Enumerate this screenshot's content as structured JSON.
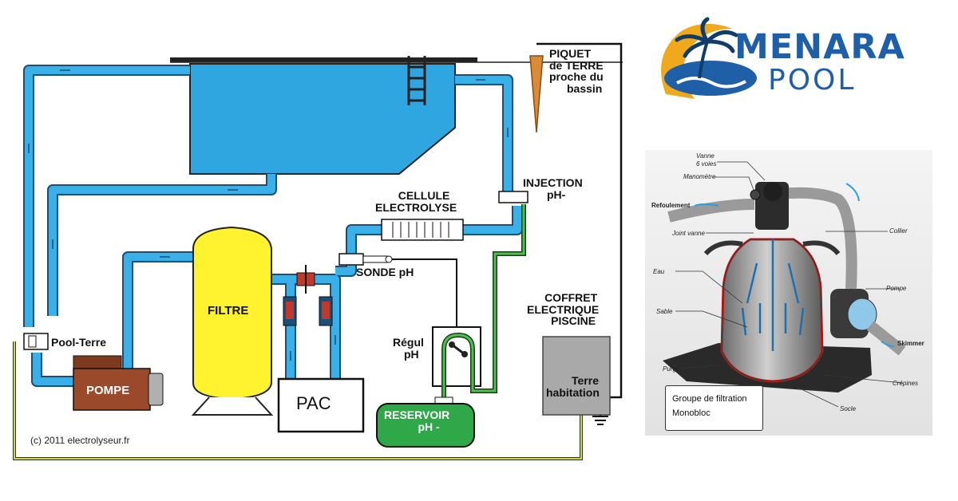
{
  "diagram": {
    "labels": {
      "piquet": [
        "PIQUET",
        "de TERRE",
        "proche du",
        "bassin"
      ],
      "injection": [
        "INJECTION",
        "pH-"
      ],
      "cellule": [
        "CELLULE",
        "ELECTROLYSE"
      ],
      "sonde": "SONDE pH",
      "filtre": "FILTRE",
      "pac": "PAC",
      "pompe": "POMPE",
      "pool_terre": "Pool-Terre",
      "regul": [
        "Régul",
        "pH"
      ],
      "reservoir": [
        "RESERVOIR",
        "pH -"
      ],
      "coffret": [
        "COFFRET",
        "ELECTRIQUE",
        "PISCINE"
      ],
      "terre_habitation": [
        "Terre",
        "habitation"
      ],
      "copyright": "(c) 2011 electrolyseur.fr"
    },
    "colors": {
      "water": "#2fa6e0",
      "pipe": "#2d9fdb",
      "filter": "#fff22e",
      "pump": "#9a4a2a",
      "reservoir": "#2fa84a",
      "ground_wire": "#c9c23a"
    }
  },
  "logo": {
    "line1": "MENARA",
    "line2": "POOL",
    "icon": "palm-sun-icon"
  },
  "filter_illustration": {
    "labels": {
      "vanne": [
        "Vanne",
        "6 voies"
      ],
      "manometre": "Manomètre",
      "refoulement": "Refoulement",
      "joint_vanne": "Joint vanne",
      "collier": "Collier",
      "eau": "Eau",
      "pompe": "Pompe",
      "sable": "Sable",
      "skimmer": "Skimmer",
      "purge": "Purge",
      "crepines": "Crépines",
      "socle": "Socle"
    },
    "caption": [
      "Groupe de filtration",
      "Monobloc"
    ]
  }
}
